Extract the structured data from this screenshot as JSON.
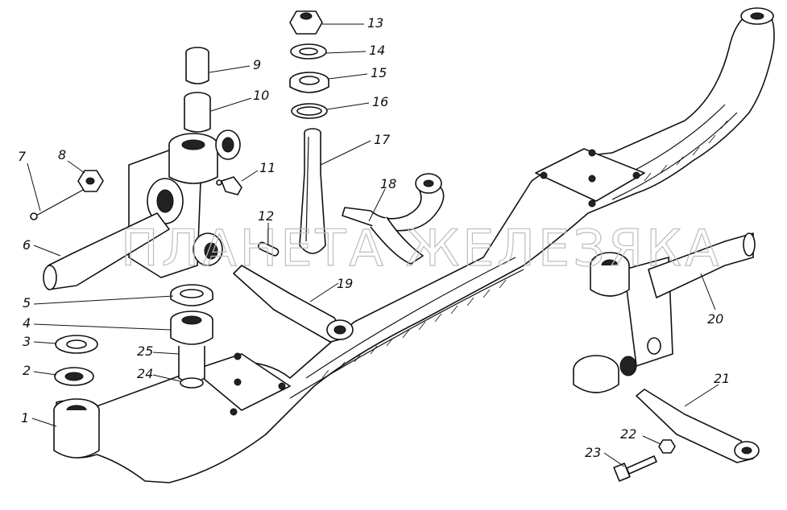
{
  "watermark": "ПЛАНЕТА ЖЕЛЕЗЯКА",
  "labels": [
    {
      "id": "1",
      "text": "1"
    },
    {
      "id": "2",
      "text": "2"
    },
    {
      "id": "3",
      "text": "3"
    },
    {
      "id": "4",
      "text": "4"
    },
    {
      "id": "5",
      "text": "5"
    },
    {
      "id": "6",
      "text": "6"
    },
    {
      "id": "7",
      "text": "7"
    },
    {
      "id": "8",
      "text": "8"
    },
    {
      "id": "9",
      "text": "9"
    },
    {
      "id": "10",
      "text": "10"
    },
    {
      "id": "11",
      "text": "11"
    },
    {
      "id": "12",
      "text": "12"
    },
    {
      "id": "13",
      "text": "13"
    },
    {
      "id": "14",
      "text": "14"
    },
    {
      "id": "15",
      "text": "15"
    },
    {
      "id": "16",
      "text": "16"
    },
    {
      "id": "17",
      "text": "17"
    },
    {
      "id": "18",
      "text": "18"
    },
    {
      "id": "19",
      "text": "19"
    },
    {
      "id": "20",
      "text": "20"
    },
    {
      "id": "21",
      "text": "21"
    },
    {
      "id": "22",
      "text": "22"
    },
    {
      "id": "23",
      "text": "23"
    },
    {
      "id": "24",
      "text": "24"
    },
    {
      "id": "25",
      "text": "25"
    }
  ]
}
